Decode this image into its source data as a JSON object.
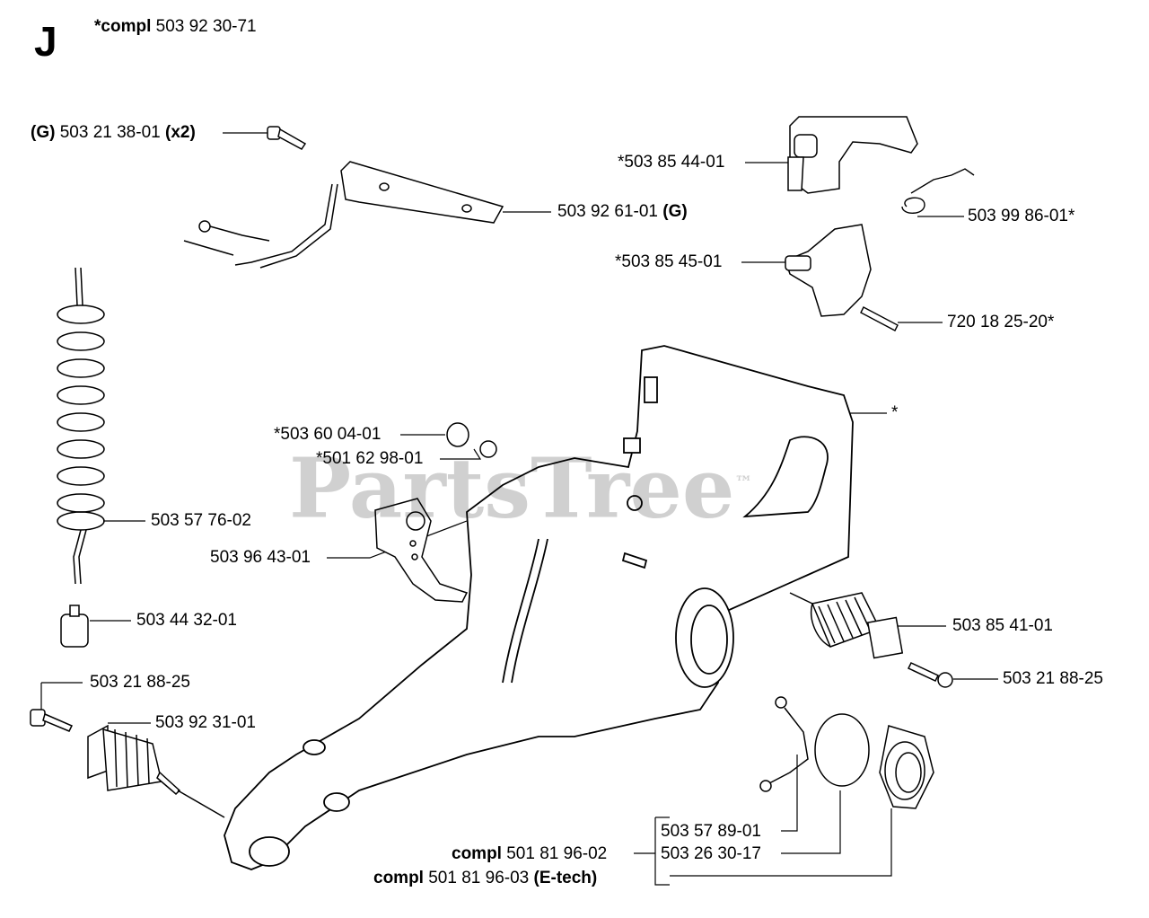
{
  "section": "J",
  "header": {
    "prefix": "*compl",
    "number": "503 92 30-71"
  },
  "watermark": {
    "text": "PartsTree",
    "tm": "™"
  },
  "labels": {
    "screw_g": {
      "pre": "(G)",
      "num": "503 21 38-01",
      "post": "(x2)"
    },
    "bracket": {
      "num": "503 92 61-01",
      "post": "(G)"
    },
    "lever": "*503 85 44-01",
    "spring_small": "503 99 86-01*",
    "trigger": "*503 85 45-01",
    "pin": "720 18 25-20*",
    "handle_mark": "*",
    "plug_a": "*503 60 04-01",
    "plug_b": "*501 62 98-01",
    "fuel_hose": "503 57 76-02",
    "cover": "503 96 43-01",
    "filter": "503 44 32-01",
    "damper_right": "503 85 41-01",
    "screw_right": "503 21 88-25",
    "screw_left": "503 21 88-25",
    "damper_left": "503 92 31-01",
    "cap_part_1": "503 57 89-01",
    "cap_part_2": "503 26 30-17",
    "compl_1": {
      "pre": "compl",
      "num": "501 81 96-02"
    },
    "compl_2": {
      "pre": "compl",
      "num": "501 81 96-03",
      "post": "(E-tech)"
    }
  }
}
